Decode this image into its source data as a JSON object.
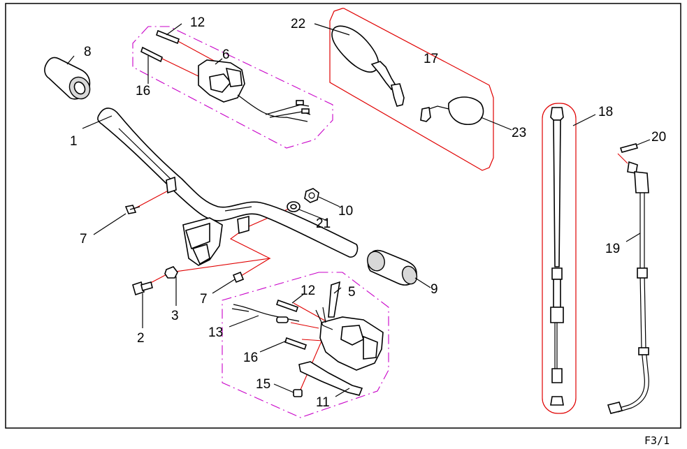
{
  "labels": {
    "p1": "1",
    "p2": "2",
    "p3": "3",
    "p5": "5",
    "p6": "6",
    "p7a": "7",
    "p7b": "7",
    "p8": "8",
    "p9": "9",
    "p10": "10",
    "p11": "11",
    "p12a": "12",
    "p12b": "12",
    "p13": "13",
    "p15": "15",
    "p16a": "16",
    "p16b": "16",
    "p17": "17",
    "p18": "18",
    "p19": "19",
    "p20": "20",
    "p21": "21",
    "p22": "22",
    "p23": "23"
  },
  "footer": "F3/1",
  "colors": {
    "frame": "#000000",
    "assembly_outline_magenta": "#c800c8",
    "assembly_outline_red": "#e00000",
    "leader_red": "#e00000"
  }
}
